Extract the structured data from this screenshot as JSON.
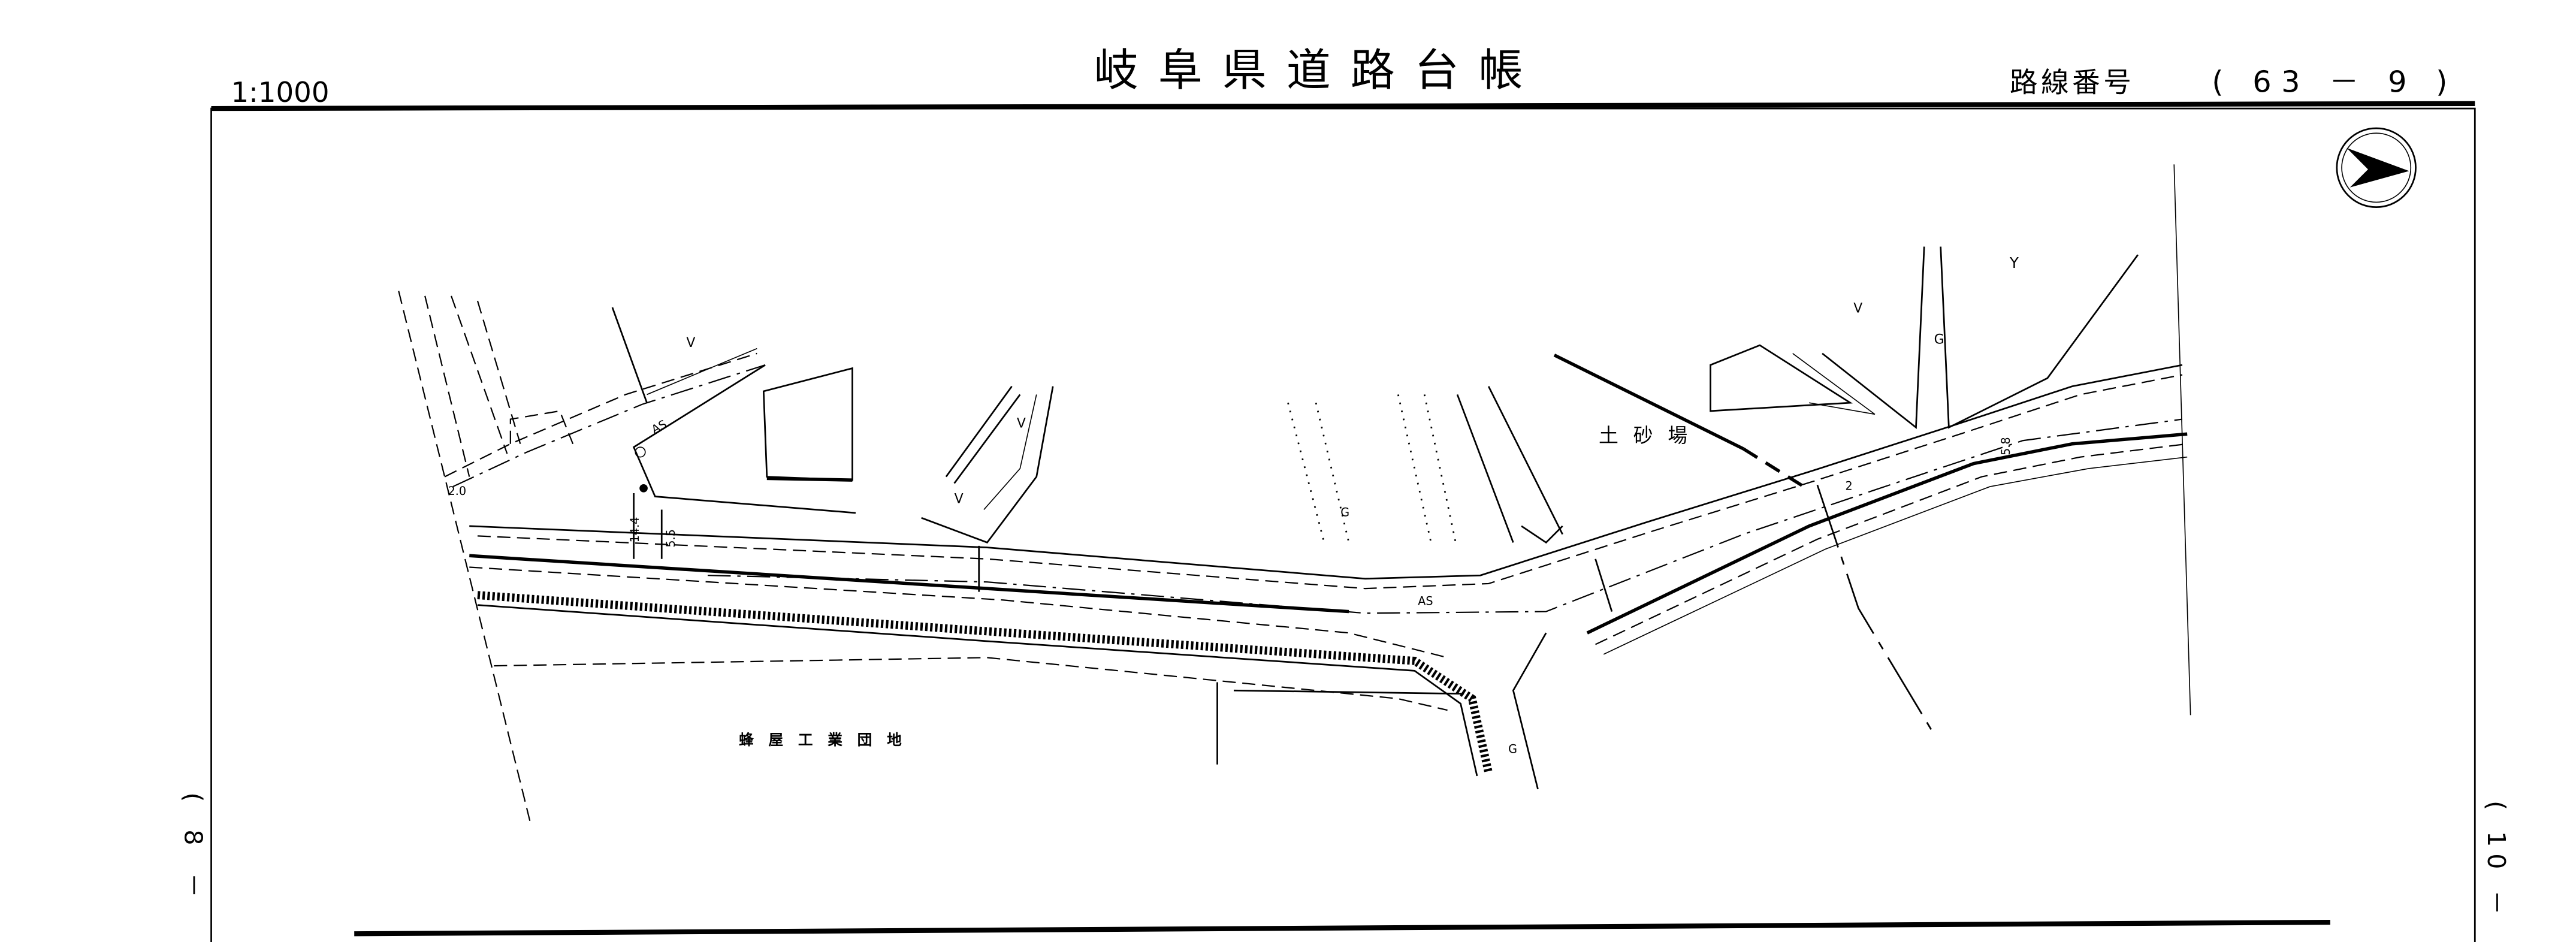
{
  "header": {
    "scale": "1:1000",
    "title": "岐阜県道路台帳",
    "route_label": "路線番号",
    "route_number": "( 63 － 9 )"
  },
  "sheet_refs": {
    "left": "( 8 －",
    "right": "( 10 －"
  },
  "map_labels": {
    "quarry": "土砂場",
    "industrial_park": "蜂屋工業団地",
    "pavement_as_1": "AS",
    "pavement_as_2": "AS",
    "field_v_1": "V",
    "field_v_2": "V",
    "field_v_3": "V",
    "field_v_4": "V",
    "field_g_1": "G",
    "field_g_2": "G",
    "field_g_3": "G",
    "field_y": "Y",
    "width_2_0": "2.0",
    "width_14_4": "14.4",
    "width_5_5": "5.5",
    "width_5_8": "5.8",
    "station_2": "2"
  },
  "icons": {
    "north_arrow": "north-arrow-icon"
  }
}
